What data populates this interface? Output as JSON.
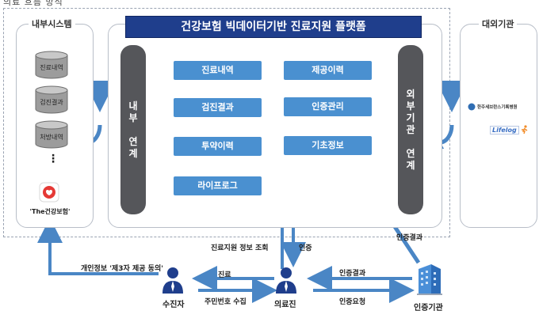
{
  "header_caption": "의료 흐름 방식",
  "platform": {
    "title": "건강보험 빅데이터기반 진료지원 플랫폼",
    "internal_link": [
      "내",
      "부",
      "",
      "연",
      "계"
    ],
    "external_link": [
      "외",
      "부",
      "기",
      "관",
      "",
      "연",
      "계"
    ],
    "modules_left": [
      "진료내역",
      "검진결과",
      "투약이력",
      "라이프로그"
    ],
    "modules_right": [
      "제공이력",
      "인증관리",
      "기초정보"
    ]
  },
  "internal_system": {
    "title": "내부시스템",
    "databases": [
      "진료내역",
      "검진결과",
      "처방내역"
    ],
    "ellipsis": "⋮",
    "app_label": "'The건강보험'"
  },
  "external_org": {
    "title": "대외기관",
    "logo_1": "한주세브란스기록병원",
    "logo_2": "Lifelog"
  },
  "actors": {
    "patient": "수진자",
    "doctor": "의료진",
    "auth_org": "인증기관"
  },
  "flows": {
    "consent": "개인정보 '제3자 제공 동의'",
    "treatment": "진료",
    "id_collect": "주민번호 수집",
    "query": "진료지원 정보 조회",
    "auth": "인증",
    "auth_result": "인증결과",
    "auth_request": "인증요청",
    "auth_result_platform": "인증결과"
  },
  "colors": {
    "banner": "#1f3e8c",
    "module": "#4a90d0",
    "link_bar": "#55565a",
    "arrow": "#4a86c5",
    "person": "#1f3e8c"
  }
}
